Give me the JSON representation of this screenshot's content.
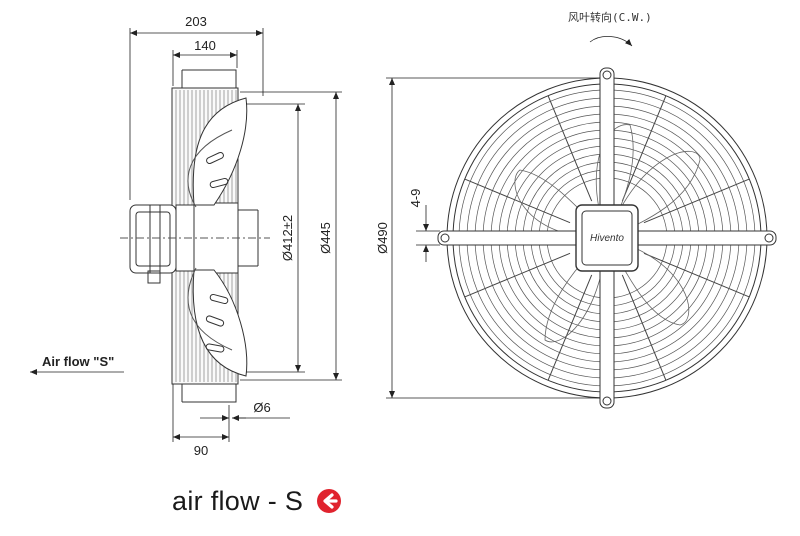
{
  "dimensions": {
    "overall_depth": "203",
    "guard_depth": "140",
    "base_depth": "90",
    "hole": "Ø6",
    "blade_dia": "Ø412±2",
    "guard_dia": "Ø445",
    "outer_dia": "Ø490",
    "slot": "4-9"
  },
  "labels": {
    "airflow_side": "Air flow \"S\"",
    "rotation": "风叶转向(C.W.)",
    "brand": "Hivento"
  },
  "caption": {
    "text": "air flow - S",
    "icon": "left-arrow-circle-icon",
    "icon_color": "#e0232e"
  }
}
